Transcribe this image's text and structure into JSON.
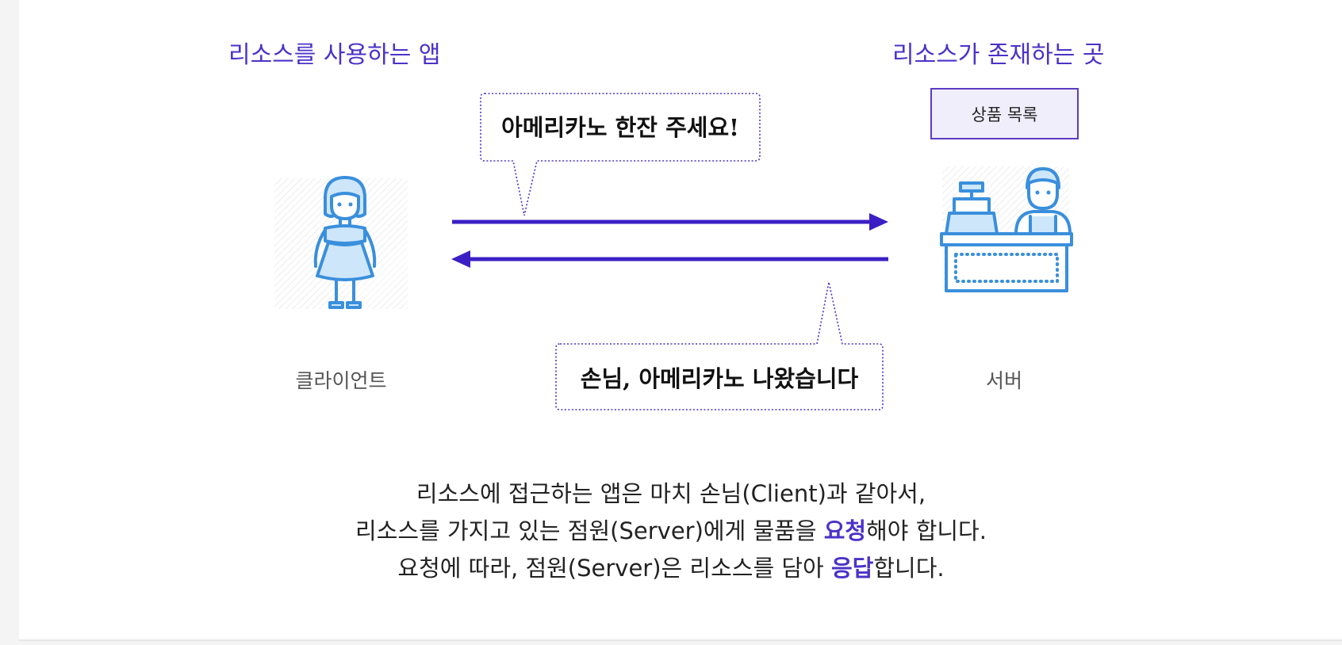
{
  "headers": {
    "client_side": "리소스를 사용하는 앱",
    "server_side": "리소스가 존재하는 곳"
  },
  "product_box": "상품 목록",
  "bubbles": {
    "request": "아메리카노 한잔 주세요!",
    "response": "손님, 아메리카노 나왔습니다"
  },
  "labels": {
    "client": "클라이언트",
    "server": "서버"
  },
  "caption": {
    "line1": "리소스에 접근하는 앱은 마치 손님(Client)과 같아서,",
    "line2_pre": "리소스를 가지고 있는 점원(Server)에게 물품을 ",
    "line2_hl": "요청",
    "line2_post": "해야 합니다.",
    "line3_pre": "요청에 따라, 점원(Server)은 리소스를 담아 ",
    "line3_hl": "응답",
    "line3_post": "합니다."
  },
  "colors": {
    "accent": "#4b32c8",
    "icon": "#3a8fdc",
    "icon_fill": "#cde6fa"
  }
}
